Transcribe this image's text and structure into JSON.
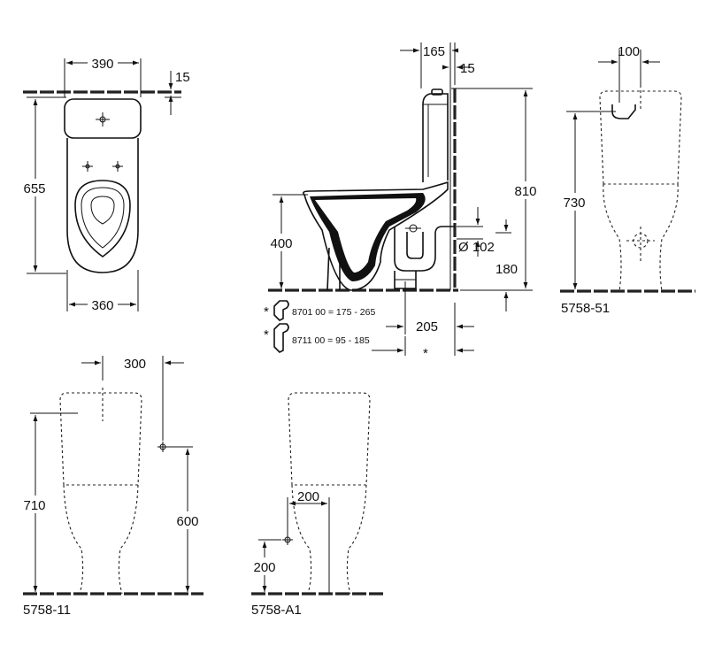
{
  "top_view": {
    "dim_width_top": "390",
    "dim_offset": "15",
    "dim_length": "655",
    "dim_width_bottom": "360"
  },
  "side_view": {
    "dim_tank_depth": "165",
    "dim_wall_gap": "15",
    "dim_total_height": "810",
    "dim_seat_height": "400",
    "dim_outlet_diameter": "Ø 102",
    "dim_outlet_height": "180",
    "dim_outlet_distance": "205",
    "star_note": "*",
    "connectors": [
      {
        "star": "*",
        "text": "8701 00  = 175 - 265"
      },
      {
        "star": "*",
        "text": "8711 00  =  95 -  185"
      }
    ]
  },
  "views": [
    {
      "code": "5758-51",
      "dims": [
        "100",
        "730"
      ]
    },
    {
      "code": "5758-11",
      "dims": [
        "300",
        "710",
        "600"
      ]
    },
    {
      "code": "5758-A1",
      "dims": [
        "200",
        "200"
      ]
    }
  ],
  "colors": {
    "line": "#111111",
    "background": "#ffffff"
  }
}
